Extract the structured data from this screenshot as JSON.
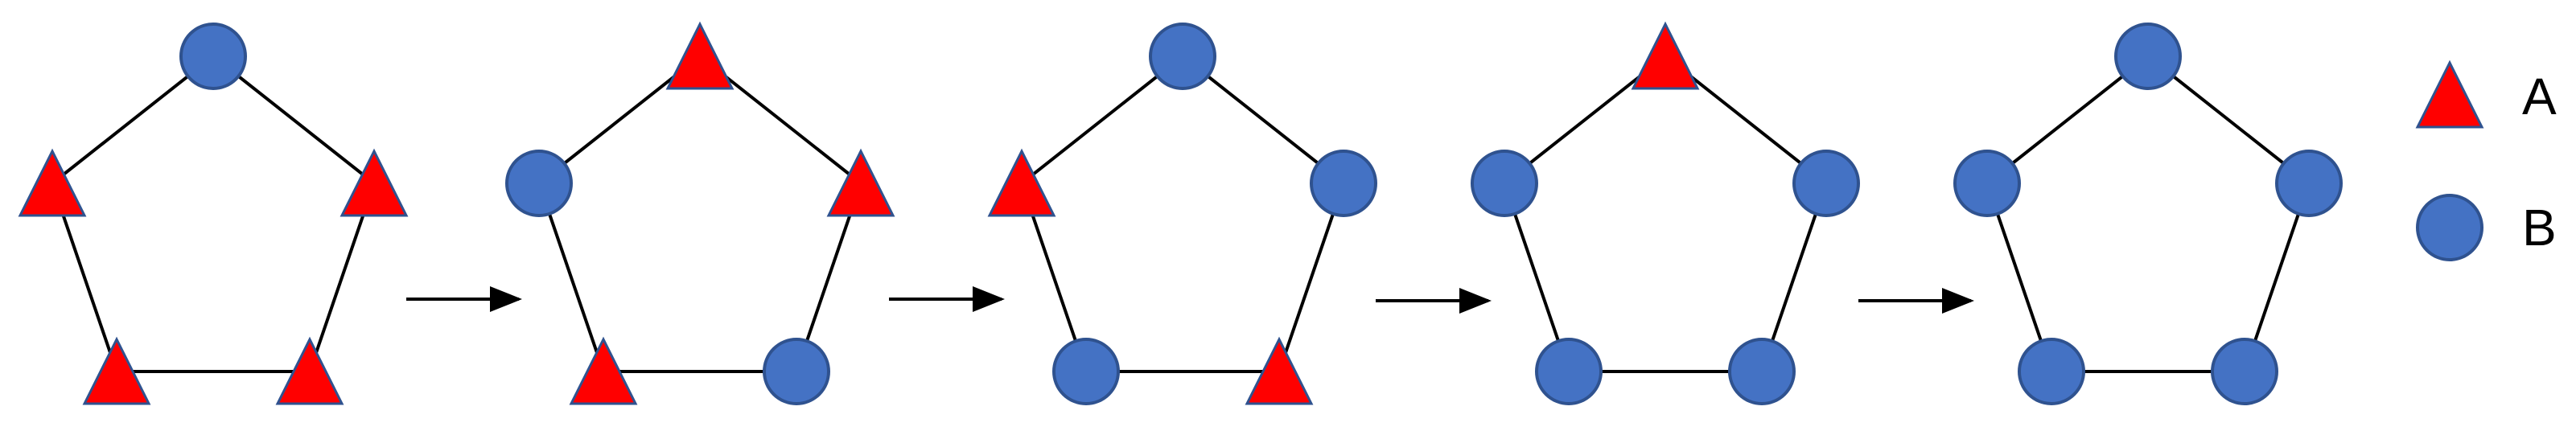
{
  "colors": {
    "A": "#FF0000",
    "B": "#4472C4",
    "outline": "#2F528F",
    "edge": "#000000",
    "background": "#FFFFFF"
  },
  "legend": [
    {
      "shape": "triangle",
      "type": "A",
      "label": "A"
    },
    {
      "shape": "circle",
      "type": "B",
      "label": "B"
    }
  ],
  "panels": [
    {
      "nodes": [
        "B",
        "A",
        "A",
        "A",
        "A"
      ]
    },
    {
      "nodes": [
        "A",
        "B",
        "A",
        "A",
        "B"
      ]
    },
    {
      "nodes": [
        "B",
        "A",
        "B",
        "B",
        "A"
      ]
    },
    {
      "nodes": [
        "A",
        "B",
        "B",
        "B",
        "B"
      ]
    },
    {
      "nodes": [
        "B",
        "B",
        "B",
        "B",
        "B"
      ]
    }
  ],
  "arrow_count": 4
}
